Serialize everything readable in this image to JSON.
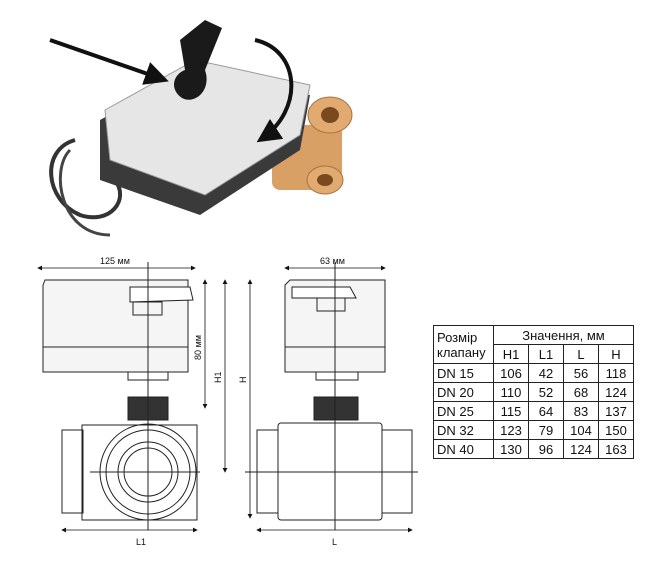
{
  "photo": {
    "description_icons": [
      "arrow-icon",
      "rotate-arrow-icon"
    ]
  },
  "drawing": {
    "width_actuator": "125 мм",
    "width_side": "63 мм",
    "height_actuator": "80 мм",
    "h1_label": "H1",
    "h_label": "H",
    "l1_label": "L1",
    "l_label": "L"
  },
  "table": {
    "size_header": "Розмір клапану",
    "values_header": "Значення, мм",
    "columns": [
      "H1",
      "L1",
      "L",
      "H"
    ],
    "rows": [
      {
        "size": "DN 15",
        "values": [
          "106",
          "42",
          "56",
          "118"
        ]
      },
      {
        "size": "DN 20",
        "values": [
          "110",
          "52",
          "68",
          "124"
        ]
      },
      {
        "size": "DN 25",
        "values": [
          "115",
          "64",
          "83",
          "137"
        ]
      },
      {
        "size": "DN 32",
        "values": [
          "123",
          "79",
          "104",
          "150"
        ]
      },
      {
        "size": "DN 40",
        "values": [
          "130",
          "96",
          "124",
          "163"
        ]
      }
    ]
  }
}
